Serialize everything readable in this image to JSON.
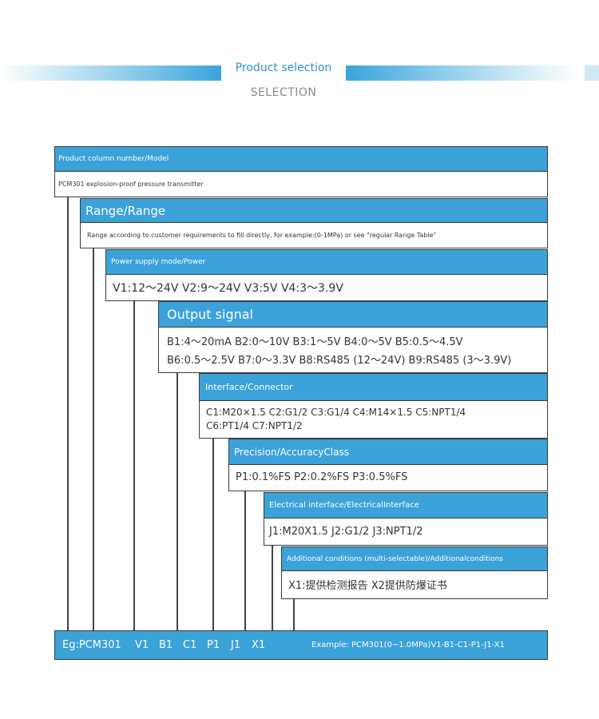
{
  "header": {
    "title": "Product selection",
    "subtitle": "SELECTION"
  },
  "blocks": [
    {
      "title": "Product column number/Model",
      "lines": [
        "PCM301 explosion-proof pressure transmitter"
      ]
    },
    {
      "title": "Range/Range",
      "lines": [
        "Range according to customer requirements to fill directly, for example:(0-1MPa) or see \"regular Range Table\""
      ]
    },
    {
      "title": "Power supply mode/Power",
      "lines": [
        "V1:12～24V   V2:9～24V   V3:5V   V4:3～3.9V"
      ]
    },
    {
      "title": "Output signal",
      "lines": [
        "B1:4～20mA   B2:0～10V   B3:1～5V   B4:0～5V   B5:0.5～4.5V",
        "B6:0.5～2.5V   B7:0～3.3V   B8:RS485 (12～24V)   B9:RS485 (3～3.9V)"
      ]
    },
    {
      "title": "Interface/Connector",
      "lines": [
        "C1:M20×1.5  C2:G1/2  C3:G1/4  C4:M14×1.5  C5:NPT1/4",
        "C6:PT1/4  C7:NPT1/2"
      ]
    },
    {
      "title": "Precision/AccuracyClass",
      "lines": [
        "P1:0.1%FS   P2:0.2%FS   P3:0.5%FS"
      ]
    },
    {
      "title": "Electrical interface/ElectricalInterface",
      "lines": [
        "J1:M20X1.5   J2:G1/2   J3:NPT1/2"
      ]
    },
    {
      "title": "Additional conditions (multi-selectable)/Additionalconditions",
      "lines": [
        "X1:提供检测报告    X2提供防爆证书"
      ]
    }
  ],
  "example_bar": {
    "prefix": "Eg:PCM301",
    "codes": [
      "V1",
      "B1",
      "C1",
      "P1",
      "J1",
      "X1"
    ],
    "example_label": "Example: ",
    "example_value": "PCM301(0~1.0MPa)V1-B1-C1-P1-J1-X1"
  },
  "colors": {
    "accent": "#3ba2da",
    "header_text": "#2f8fd0",
    "subtitle_text": "#888888",
    "border": "#3a3a3a"
  }
}
